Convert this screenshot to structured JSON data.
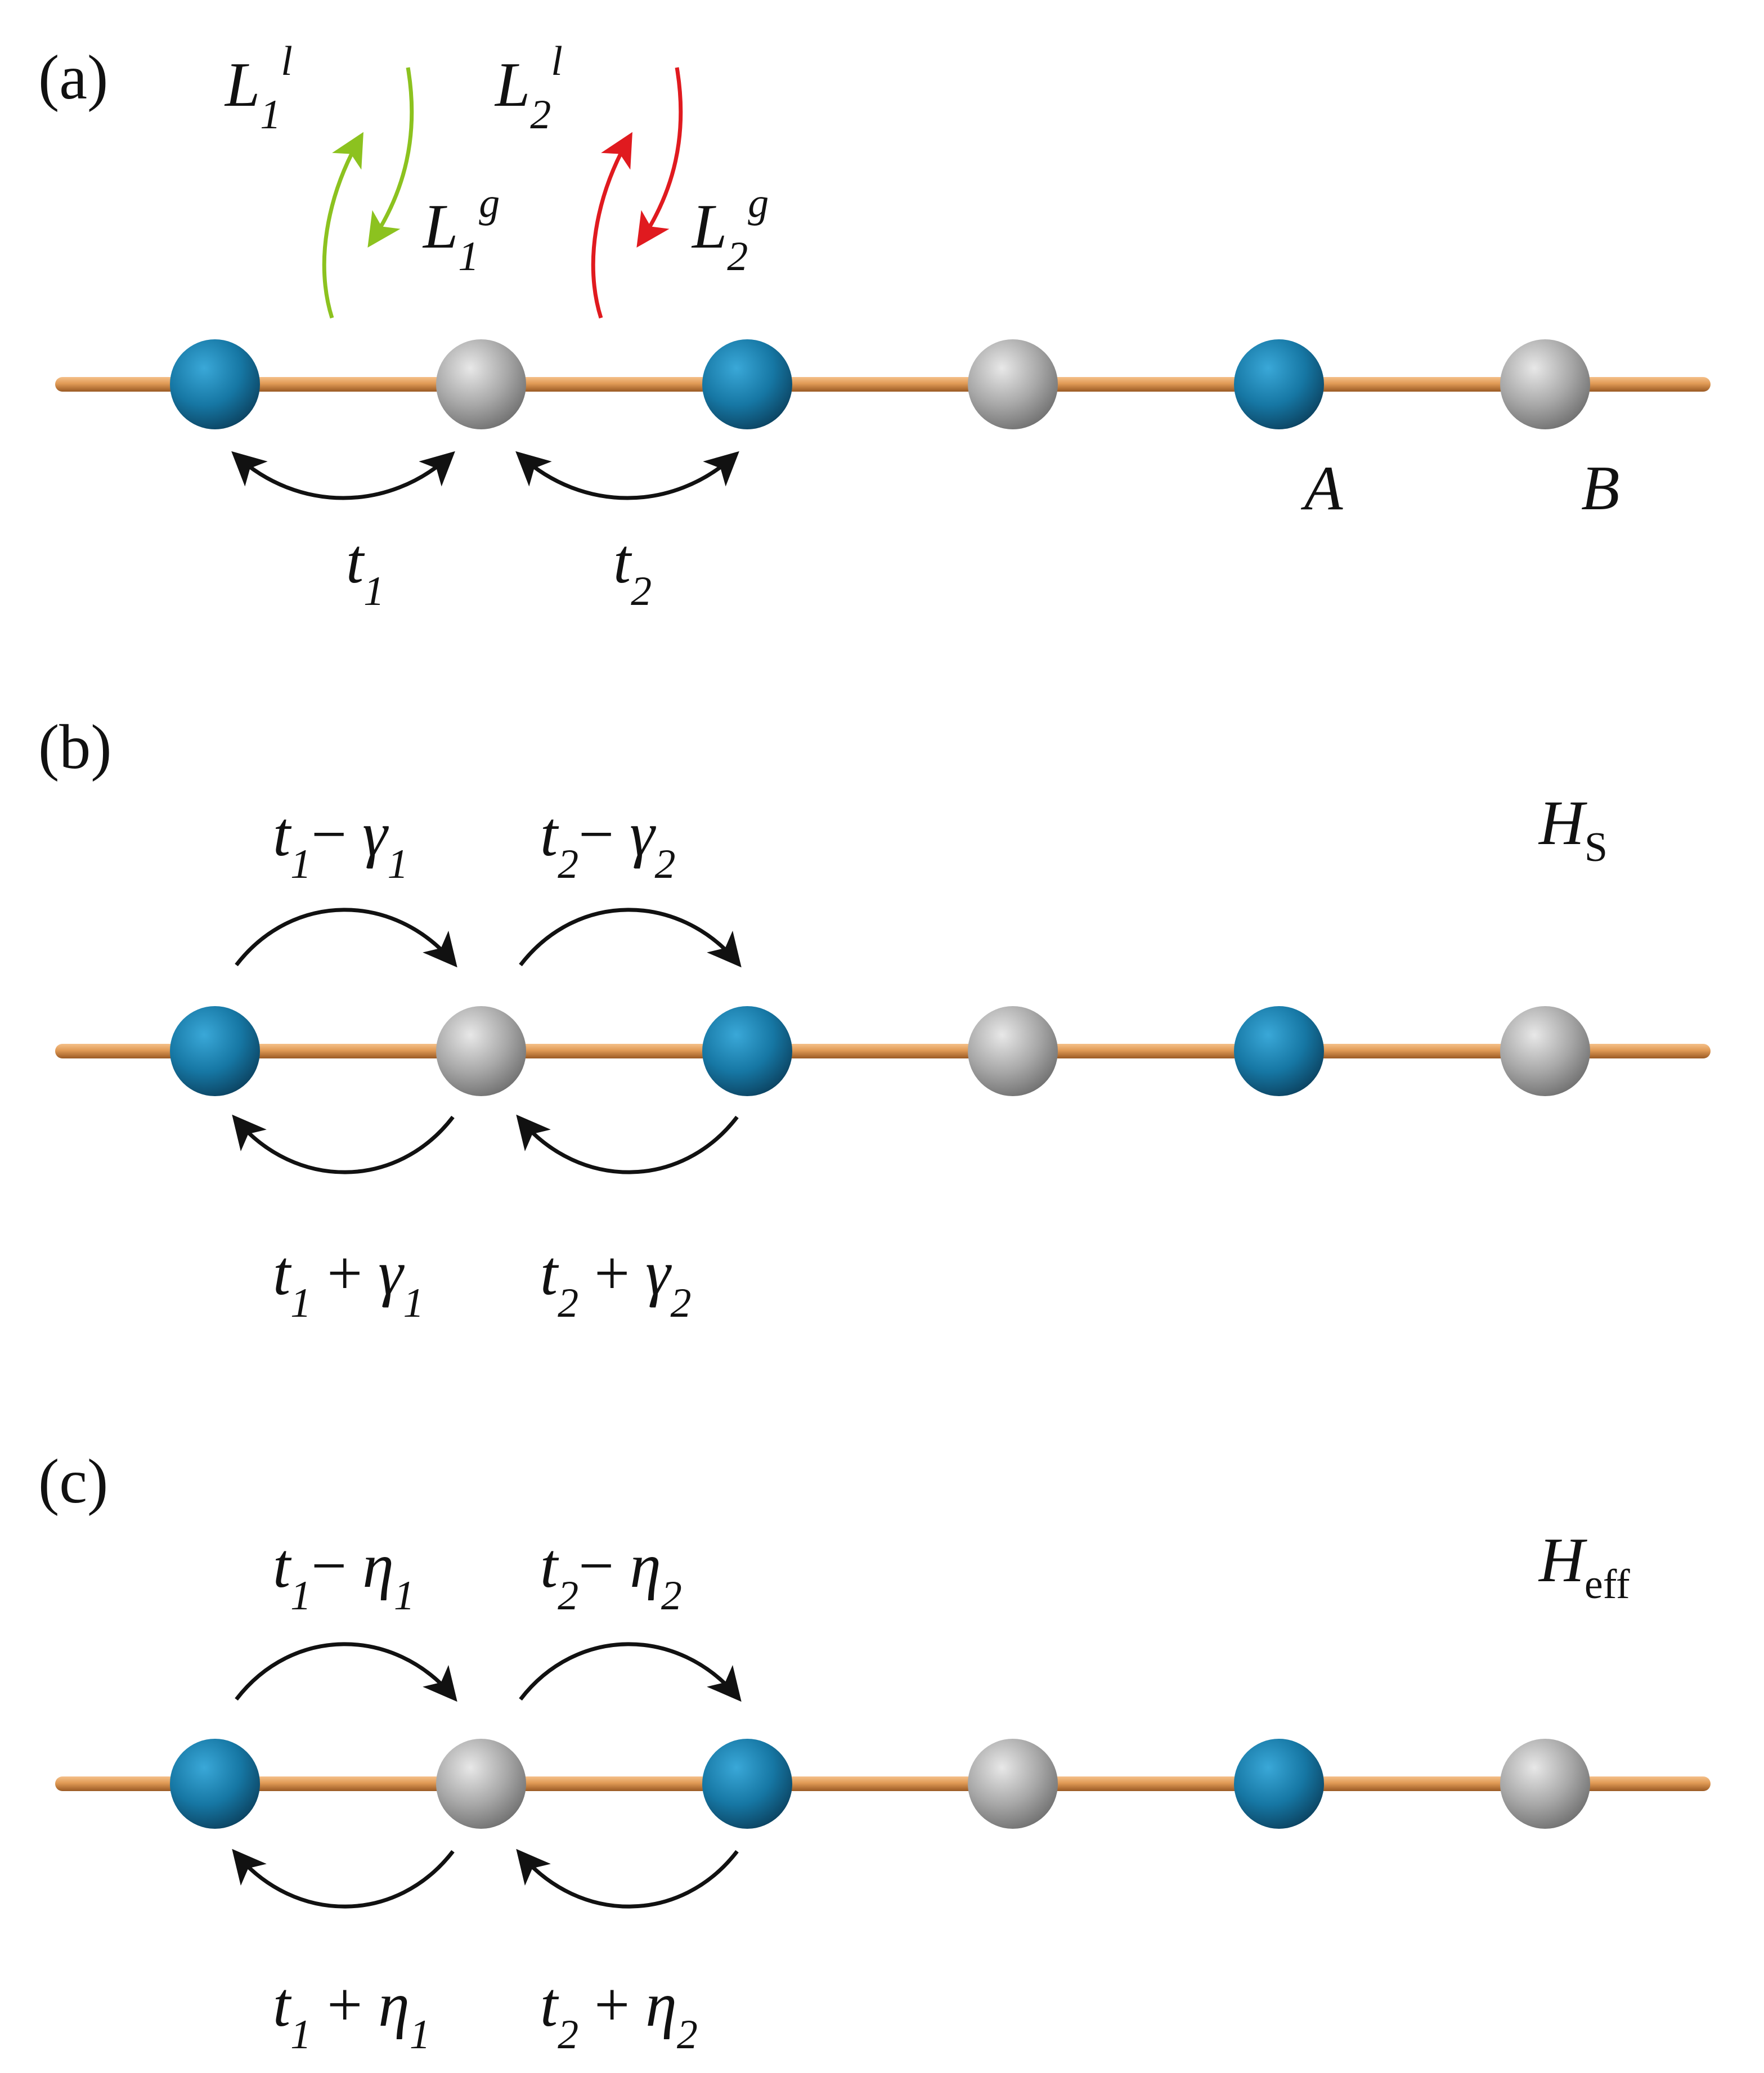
{
  "colors": {
    "site_a": "#1677a4",
    "site_b": "#9e9e9e",
    "chain": "#d9904e",
    "loss_pair_1": "#8cc21f",
    "loss_pair_2": "#e01a1f",
    "arrow": "#111111"
  },
  "panel_a": {
    "label": "(a)",
    "L1l": {
      "base": "L",
      "sub": "1",
      "sup": "l"
    },
    "L1g": {
      "base": "L",
      "sub": "1",
      "sup": "g"
    },
    "L2l": {
      "base": "L",
      "sub": "2",
      "sup": "l"
    },
    "L2g": {
      "base": "L",
      "sub": "2",
      "sup": "g"
    },
    "t1": {
      "base": "t",
      "sub": "1"
    },
    "t2": {
      "base": "t",
      "sub": "2"
    },
    "site_A": "A",
    "site_B": "B"
  },
  "panel_b": {
    "label": "(b)",
    "hamiltonian": {
      "base": "H",
      "sub": "S"
    },
    "top1": {
      "t": "t",
      "ts": "1",
      "op": "−",
      "g": "γ",
      "gs": "1"
    },
    "top2": {
      "t": "t",
      "ts": "2",
      "op": "−",
      "g": "γ",
      "gs": "2"
    },
    "bot1": {
      "t": "t",
      "ts": "1",
      "op": "+",
      "g": "γ",
      "gs": "1"
    },
    "bot2": {
      "t": "t",
      "ts": "2",
      "op": "+",
      "g": "γ",
      "gs": "2"
    }
  },
  "panel_c": {
    "label": "(c)",
    "hamiltonian": {
      "base": "H",
      "sub": "eff"
    },
    "top1": {
      "t": "t",
      "ts": "1",
      "op": "−",
      "g": "η",
      "gs": "1"
    },
    "top2": {
      "t": "t",
      "ts": "2",
      "op": "−",
      "g": "η",
      "gs": "2"
    },
    "bot1": {
      "t": "t",
      "ts": "1",
      "op": "+",
      "g": "η",
      "gs": "1"
    },
    "bot2": {
      "t": "t",
      "ts": "2",
      "op": "+",
      "g": "η",
      "gs": "2"
    }
  },
  "sites": [
    "A",
    "B",
    "A",
    "B",
    "A",
    "B"
  ]
}
